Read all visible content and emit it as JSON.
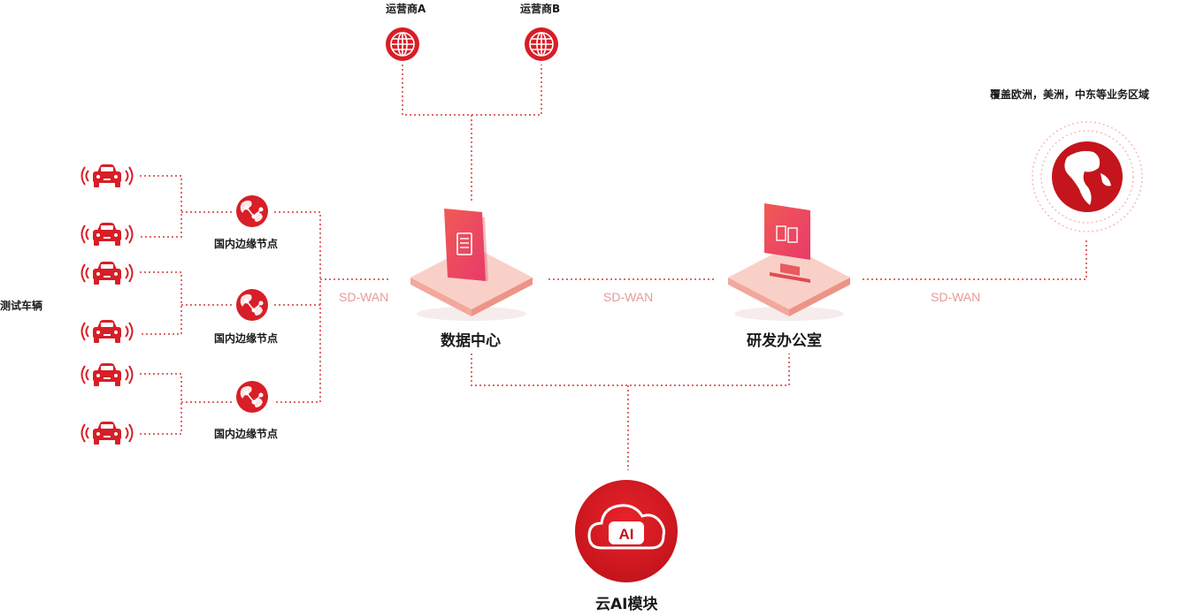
{
  "colors": {
    "accent": "#d81e26",
    "accent_dark": "#a8141b",
    "dots": "#e06a6a",
    "platform": "#f6b5ab",
    "wan_text": "#e89a9a"
  },
  "labels": {
    "test_vehicles": "测试车辆",
    "edge_node": "国内边缘节点",
    "operator_a": "运营商A",
    "operator_b": "运营商B",
    "data_center": "数据中心",
    "rd_office": "研发办公室",
    "cloud_ai": "云AI模块",
    "coverage": "覆盖欧洲，美洲，中东等业务区域",
    "sd_wan": "SD-WAN",
    "ai_badge": "AI"
  },
  "icons": {
    "vehicle": "car-signal-icon",
    "edge": "network-globe-icon",
    "operator": "globe-grid-icon",
    "datacenter": "document-panel-icon",
    "office": "monitor-icon",
    "world": "world-map-icon",
    "cloud": "cloud-ai-icon"
  }
}
